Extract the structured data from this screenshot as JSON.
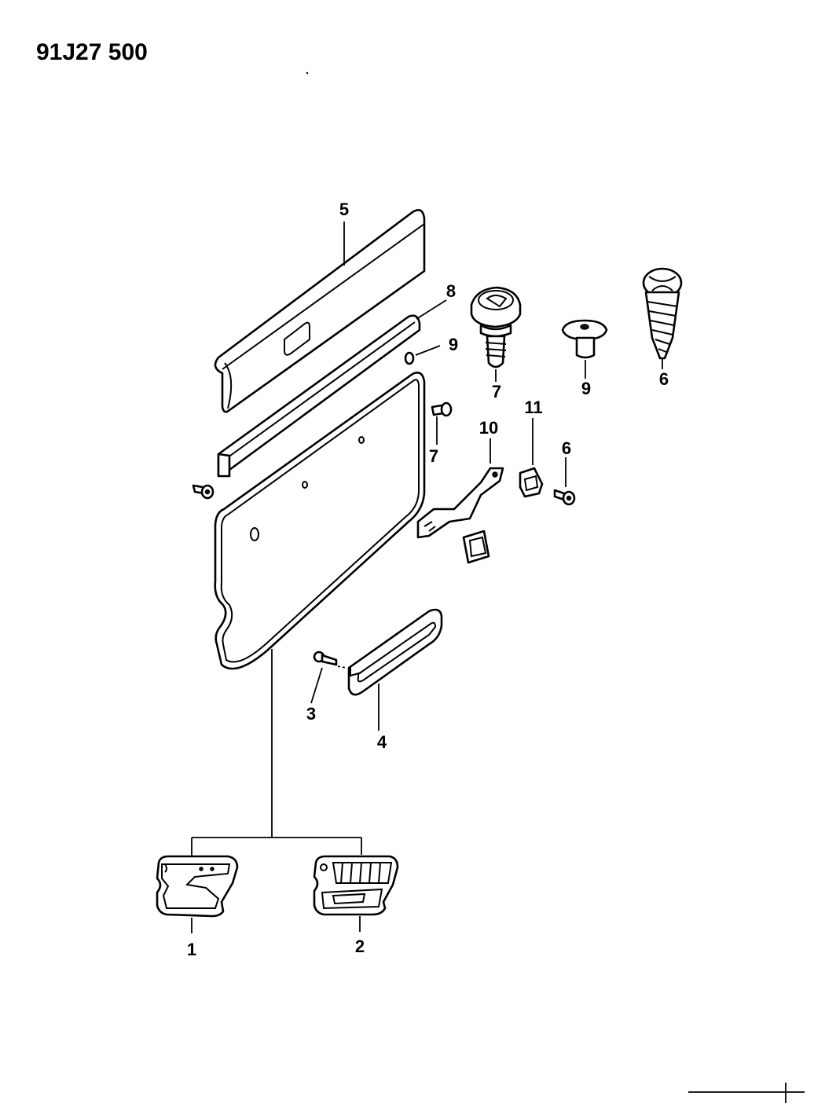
{
  "diagram_id": "91J27 500",
  "colors": {
    "line": "#000000",
    "background": "#ffffff"
  },
  "callouts": {
    "c1": "1",
    "c2": "2",
    "c3": "3",
    "c4": "4",
    "c5": "5",
    "c6a": "6",
    "c6b": "6",
    "c7a": "7",
    "c7b": "7",
    "c8": "8",
    "c9a": "9",
    "c9b": "9",
    "c10": "10",
    "c11": "11"
  }
}
